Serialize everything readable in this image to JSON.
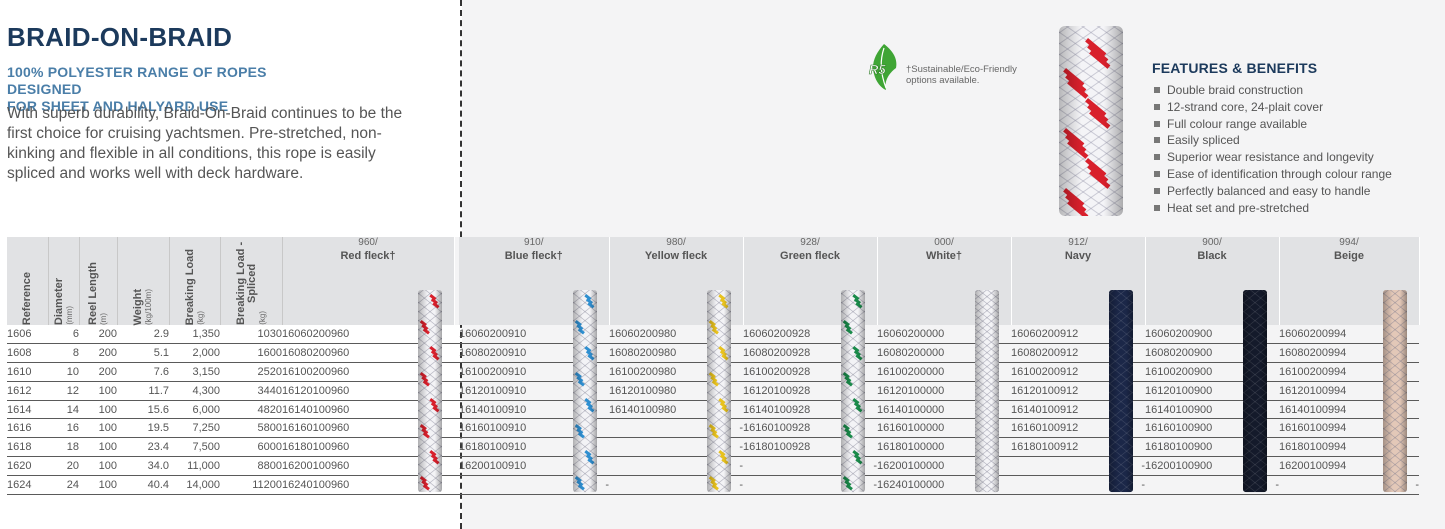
{
  "header": {
    "title": "BRAID-ON-BRAID",
    "subtitle_line1": "100% POLYESTER RANGE OF ROPES DESIGNED",
    "subtitle_line2": "FOR SHEET AND HALYARD USE",
    "description": "With superb durability, Braid-On-Braid continues to be the first choice for cruising yachtsmen. Pre-stretched, non-kinking and flexible in all conditions, this rope is easily spliced and works well with deck hardware."
  },
  "eco": {
    "logo_text": "R5",
    "line1": "†Sustainable/Eco-Friendly",
    "line2": "options available."
  },
  "features": {
    "heading": "FEATURES & BENEFITS",
    "items": [
      "Double braid construction",
      "12-strand core, 24-plait cover",
      "Full colour range available",
      "Easily spliced",
      "Superior wear resistance and longevity",
      "Ease of identification through colour range",
      "Perfectly balanced and easy to handle",
      "Heat set and pre-stretched"
    ]
  },
  "table": {
    "spec_headers": [
      {
        "label": "Reference",
        "unit": ""
      },
      {
        "label": "Diameter",
        "unit": "(mm)"
      },
      {
        "label": "Reel Length",
        "unit": "(m)"
      },
      {
        "label": "Weight",
        "unit": "(kg/100m)"
      },
      {
        "label": "Breaking Load",
        "unit": "(kg)"
      },
      {
        "label": "Breaking Load - Spliced",
        "unit": "(kg)"
      }
    ],
    "colours": [
      {
        "code": "960/",
        "name": "Red fleck†",
        "base": "#f3f3f6",
        "fleck": "#d8202c"
      },
      {
        "code": "910/",
        "name": "Blue fleck†",
        "base": "#f3f3f6",
        "fleck": "#2f8fd0"
      },
      {
        "code": "980/",
        "name": "Yellow fleck",
        "base": "#f3f3f6",
        "fleck": "#e8c21e"
      },
      {
        "code": "928/",
        "name": "Green fleck",
        "base": "#f3f3f6",
        "fleck": "#1a8a4a"
      },
      {
        "code": "000/",
        "name": "White†",
        "base": "#f3f3f6",
        "fleck": "#dcdce2"
      },
      {
        "code": "912/",
        "name": "Navy",
        "base": "#1b2748",
        "fleck": "#2d3b62"
      },
      {
        "code": "900/",
        "name": "Black",
        "base": "#141a2b",
        "fleck": "#2b3147"
      },
      {
        "code": "994/",
        "name": "Beige",
        "base": "#e3c8b8",
        "fleck": "#f0dccf"
      }
    ],
    "rows": [
      {
        "ref": "1606",
        "dia": "6",
        "reel": "200",
        "weight": "2.9",
        "bl": "1,350",
        "bls": "1030",
        "codes": [
          "16060200960",
          "16060200910",
          "16060200980",
          "16060200928",
          "16060200000",
          "16060200912",
          "16060200900",
          "16060200994"
        ]
      },
      {
        "ref": "1608",
        "dia": "8",
        "reel": "200",
        "weight": "5.1",
        "bl": "2,000",
        "bls": "1600",
        "codes": [
          "16080200960",
          "16080200910",
          "16080200980",
          "16080200928",
          "16080200000",
          "16080200912",
          "16080200900",
          "16080200994"
        ]
      },
      {
        "ref": "1610",
        "dia": "10",
        "reel": "200",
        "weight": "7.6",
        "bl": "3,150",
        "bls": "2520",
        "codes": [
          "16100200960",
          "16100200910",
          "16100200980",
          "16100200928",
          "16100200000",
          "16100200912",
          "16100200900",
          "16100200994"
        ]
      },
      {
        "ref": "1612",
        "dia": "12",
        "reel": "100",
        "weight": "11.7",
        "bl": "4,300",
        "bls": "3440",
        "codes": [
          "16120100960",
          "16120100910",
          "16120100980",
          "16120100928",
          "16120100000",
          "16120100912",
          "16120100900",
          "16120100994"
        ]
      },
      {
        "ref": "1614",
        "dia": "14",
        "reel": "100",
        "weight": "15.6",
        "bl": "6,000",
        "bls": "4820",
        "codes": [
          "16140100960",
          "16140100910",
          "16140100980",
          "16140100928",
          "16140100000",
          "16140100912",
          "16140100900",
          "16140100994"
        ]
      },
      {
        "ref": "1616",
        "dia": "16",
        "reel": "100",
        "weight": "19.5",
        "bl": "7,250",
        "bls": "5800",
        "codes": [
          "16160100960",
          "16160100910",
          "-",
          "16160100928",
          "16160100000",
          "16160100912",
          "16160100900",
          "16160100994"
        ]
      },
      {
        "ref": "1618",
        "dia": "18",
        "reel": "100",
        "weight": "23.4",
        "bl": "7,500",
        "bls": "6000",
        "codes": [
          "16180100960",
          "16180100910",
          "-",
          "16180100928",
          "16180100000",
          "16180100912",
          "16180100900",
          "16180100994"
        ]
      },
      {
        "ref": "1620",
        "dia": "20",
        "reel": "100",
        "weight": "34.0",
        "bl": "11,000",
        "bls": "8800",
        "codes": [
          "16200100960",
          "16200100910",
          "-",
          "-",
          "16200100000",
          "-",
          "16200100900",
          "16200100994"
        ]
      },
      {
        "ref": "1624",
        "dia": "24",
        "reel": "100",
        "weight": "40.4",
        "bl": "14,000",
        "bls": "11200",
        "codes": [
          "16240100960",
          "-",
          "-",
          "-",
          "16240100000",
          "-",
          "-",
          "-"
        ]
      }
    ]
  }
}
